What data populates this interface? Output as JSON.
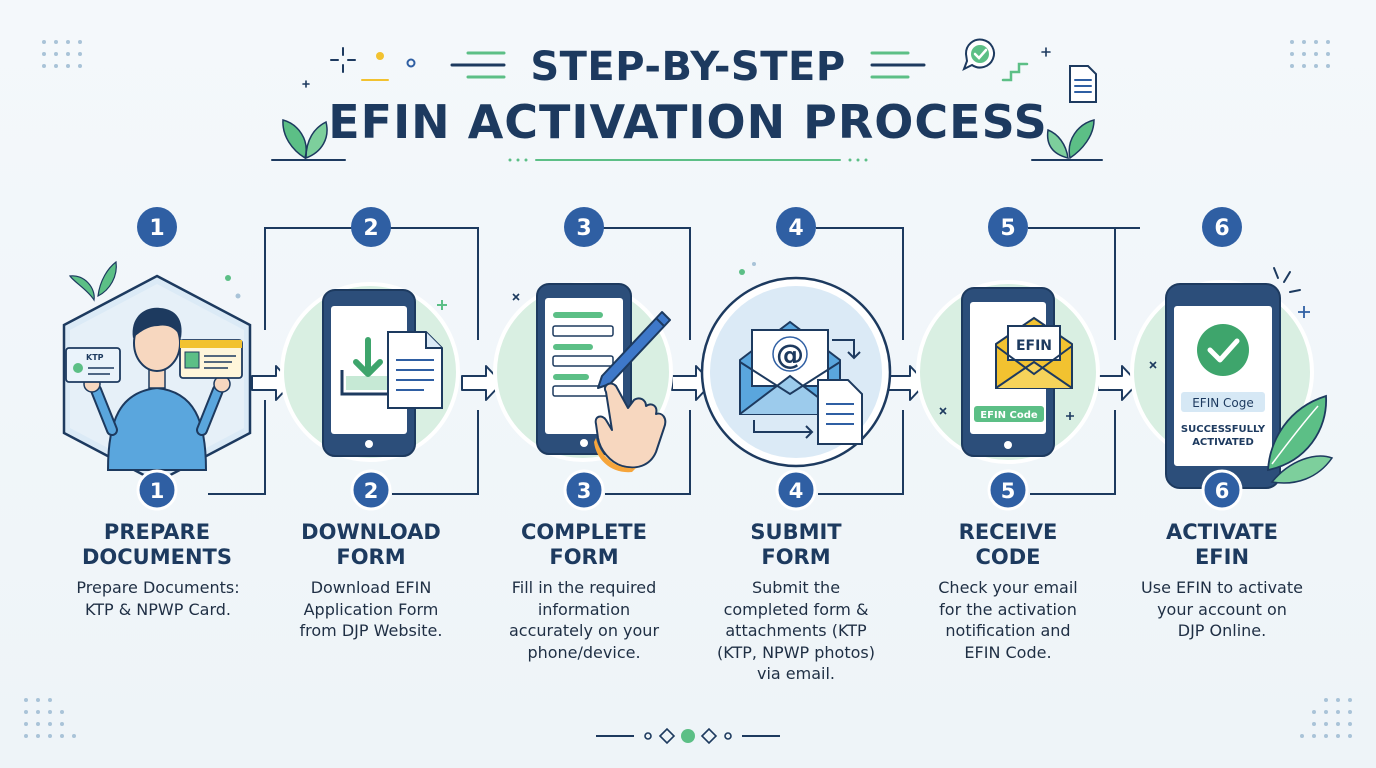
{
  "title": {
    "line1": "STEP-BY-STEP",
    "line2": "EFIN ACTIVATION PROCESS"
  },
  "steps": [
    {
      "number": "1",
      "title": [
        "PREPARE",
        "DOCUMENTS"
      ],
      "description": [
        "Prepare Documents:",
        "KTP & NPWP Card."
      ],
      "badge": "KTP"
    },
    {
      "number": "2",
      "title": [
        "DOWNLOAD",
        "FORM"
      ],
      "description": [
        "Download EFIN",
        "Application Form",
        "from DJP Website."
      ]
    },
    {
      "number": "3",
      "title": [
        "COMPLETE",
        "FORM"
      ],
      "description": [
        "Fill in the required",
        "information",
        "accurately on your",
        "phone/device."
      ]
    },
    {
      "number": "4",
      "title": [
        "SUBMIT",
        "FORM"
      ],
      "description": [
        "Submit the",
        "completed form &",
        "attachments (KTP",
        "(KTP, NPWP photos)",
        "via email."
      ],
      "email_symbol": "@"
    },
    {
      "number": "5",
      "title": [
        "RECEIVE",
        "CODE"
      ],
      "description": [
        "Check your email",
        "for the activation",
        "notification and",
        "EFIN Code."
      ],
      "envelope_label": "EFIN",
      "code_label": "EFIN Code"
    },
    {
      "number": "6",
      "title": [
        "ACTIVATE",
        "EFIN"
      ],
      "description": [
        "Use EFIN to activate",
        "your account on",
        "DJP Online."
      ],
      "code_label": "EFIN Coge",
      "status": "SUCCESSFULLY ACTIVATED",
      "status_lines": [
        "SUCCESSFULLY",
        "ACTIVATED"
      ]
    }
  ],
  "colors": {
    "navy": "#1d3a5f",
    "badge_blue": "#2f5fa3",
    "green": "#5cbf86",
    "light_green": "#d9efe2",
    "light_blue": "#d6e8f5",
    "yellow": "#f2c230"
  },
  "icons": [
    "person-icon",
    "id-card-icon",
    "download-icon",
    "document-icon",
    "pen-icon",
    "hand-pointer-icon",
    "email-icon",
    "envelope-icon",
    "checkmark-icon",
    "leaf-icon",
    "sparkle-icon"
  ]
}
